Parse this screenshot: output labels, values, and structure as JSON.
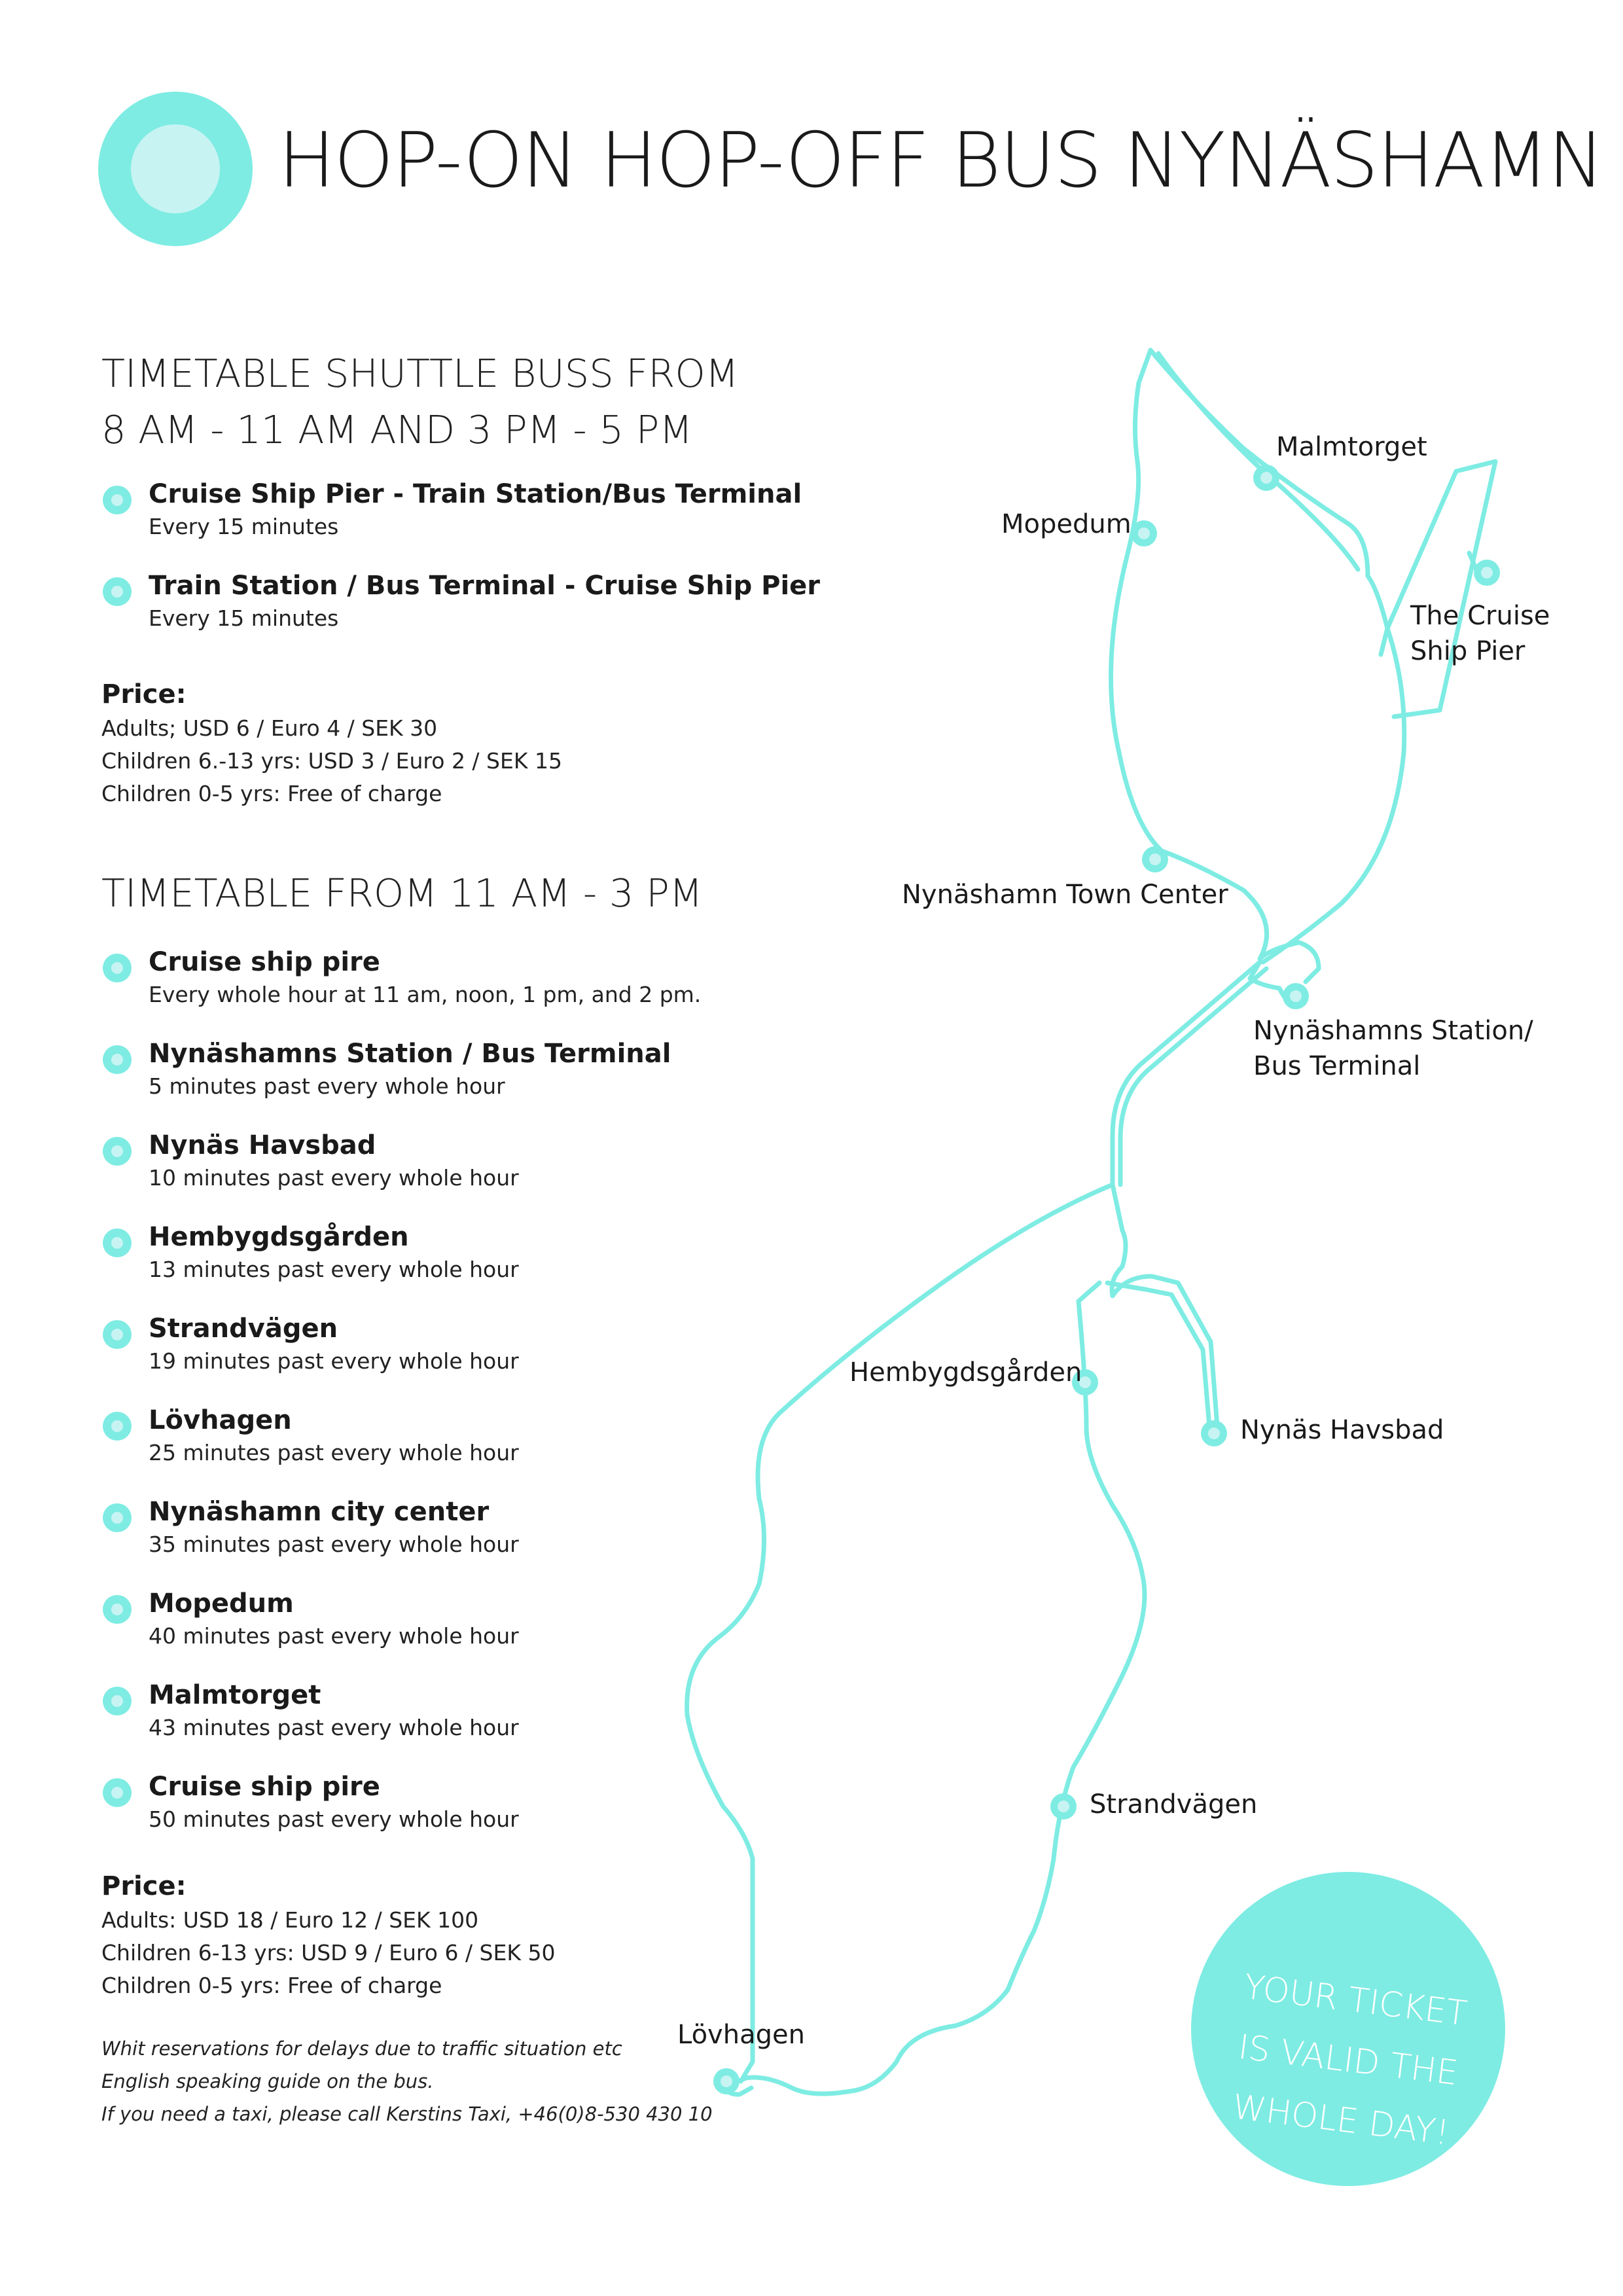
{
  "header": {
    "title": "HOP-ON HOP-OFF BUS NYNÄSHAMN"
  },
  "shuttle": {
    "heading_line1": "TIMETABLE SHUTTLE BUSS FROM",
    "heading_line2": "8 AM - 11 AM AND 3 PM - 5 PM",
    "routes": [
      {
        "name": "Cruise Ship Pier - Train Station/Bus Terminal",
        "frequency": "Every 15 minutes"
      },
      {
        "name": "Train Station / Bus Terminal - Cruise Ship Pier",
        "frequency": "Every 15 minutes"
      }
    ],
    "price": {
      "label": "Price:",
      "lines": [
        "Adults; USD 6 / Euro 4 / SEK 30",
        "Children 6.-13 yrs: USD 3 / Euro 2 / SEK 15",
        "Children 0-5 yrs: Free of charge"
      ]
    }
  },
  "hop": {
    "heading": "TIMETABLE FROM 11 AM - 3 PM",
    "stops": [
      {
        "name": "Cruise ship pire",
        "time": "Every whole hour at 11 am, noon, 1 pm, and 2 pm."
      },
      {
        "name": "Nynäshamns Station / Bus Terminal",
        "time": "5 minutes past every whole hour"
      },
      {
        "name": "Nynäs Havsbad",
        "time": "10 minutes past every whole hour"
      },
      {
        "name": "Hembygdsgården",
        "time": "13 minutes past every whole hour"
      },
      {
        "name": "Strandvägen",
        "time": "19 minutes past every whole hour"
      },
      {
        "name": "Lövhagen",
        "time": "25 minutes past every whole hour"
      },
      {
        "name": "Nynäshamn city center",
        "time": "35 minutes past every whole hour"
      },
      {
        "name": "Mopedum",
        "time": "40 minutes past every whole hour"
      },
      {
        "name": "Malmtorget",
        "time": "43 minutes past every whole hour"
      },
      {
        "name": "Cruise ship pire",
        "time": "50 minutes past every whole hour"
      }
    ],
    "price": {
      "label": "Price:",
      "lines": [
        "Adults: USD 18 / Euro 12 / SEK 100",
        "Children 6-13 yrs: USD 9 / Euro 6 / SEK 50",
        "Children 0-5 yrs: Free of charge"
      ]
    }
  },
  "notes": [
    "Whit reservations for delays due to traffic situation etc",
    "English speaking guide on the bus.",
    "If you need a taxi, please call Kerstins Taxi, +46(0)8-530 430 10"
  ],
  "map": {
    "labels": {
      "malmtorget": "Malmtorget",
      "mopedum": "Mopedum",
      "cruise_pier_1": "The Cruise",
      "cruise_pier_2": "Ship Pier",
      "town_center": "Nynäshamn Town Center",
      "station_1": "Nynäshamns Station/",
      "station_2": "Bus Terminal",
      "hembygdsgarden": "Hembygdsgården",
      "havsbad": "Nynäs Havsbad",
      "strandvagen": "Strandvägen",
      "lovhagen": "Lövhagen"
    }
  },
  "badge": {
    "line1": "YOUR TICKET",
    "line2": "IS VALID THE",
    "line3": "WHOLE DAY!"
  },
  "colors": {
    "accent": "#7eece3",
    "accent_light": "#c7f4f3",
    "text": "#1a1a1a"
  }
}
